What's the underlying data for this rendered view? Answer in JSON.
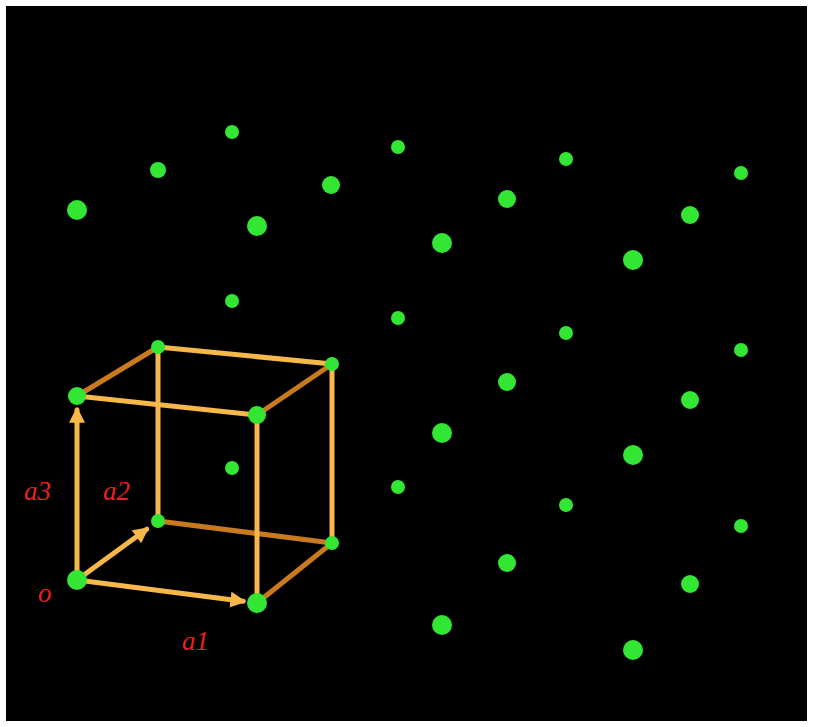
{
  "diagram": {
    "labels": [
      "a3",
      "a2",
      "o",
      "a1"
    ]
  }
}
